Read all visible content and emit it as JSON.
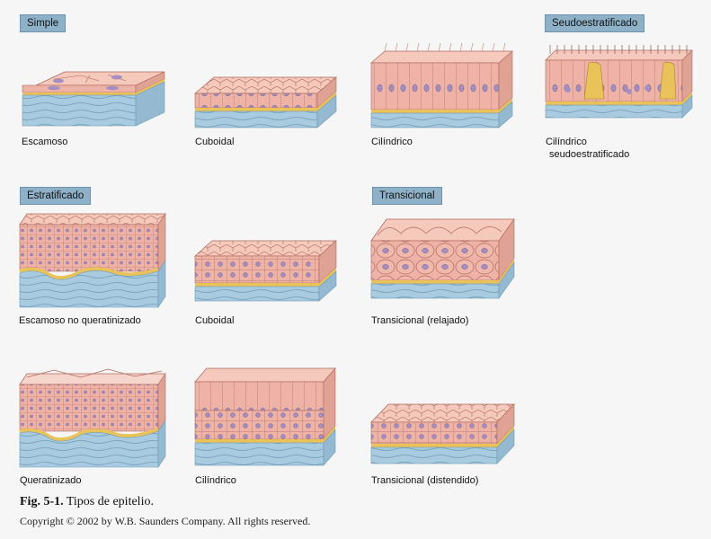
{
  "headers": {
    "simple": "Simple",
    "pseudo": "Seudoestratificado",
    "stratified": "Estratificado",
    "transitional": "Transicional"
  },
  "labels": {
    "simple_squamous": "Escamoso",
    "simple_cuboidal": "Cuboidal",
    "simple_columnar": "Cilíndrico",
    "pseudo_line1": "Cilíndrico",
    "pseudo_line2": "seudoestratificado",
    "strat_nonkeratinized": "Escamoso no queratinizado",
    "strat_cuboidal": "Cuboidal",
    "trans_relaxed": "Transicional (relajado)",
    "strat_keratinized": "Queratinizado",
    "strat_columnar": "Cilíndrico",
    "trans_distended": "Transicional (distendido)"
  },
  "caption": {
    "fig_number": "Fig. 5-1.",
    "fig_title": "Tipos de epitelio."
  },
  "copyright": "Copyright © 2002 by W.B. Saunders Company. All rights reserved.",
  "colors": {
    "cell": "#eeb3a6",
    "cell_top": "#f6c9bd",
    "cell_line": "#b06a5e",
    "nucleus": "#a58fc2",
    "basement": "#e9c35a",
    "connective": "#a9cbe0",
    "connective_line": "#6e9cb8",
    "header_bg": "#8fb1c8"
  }
}
